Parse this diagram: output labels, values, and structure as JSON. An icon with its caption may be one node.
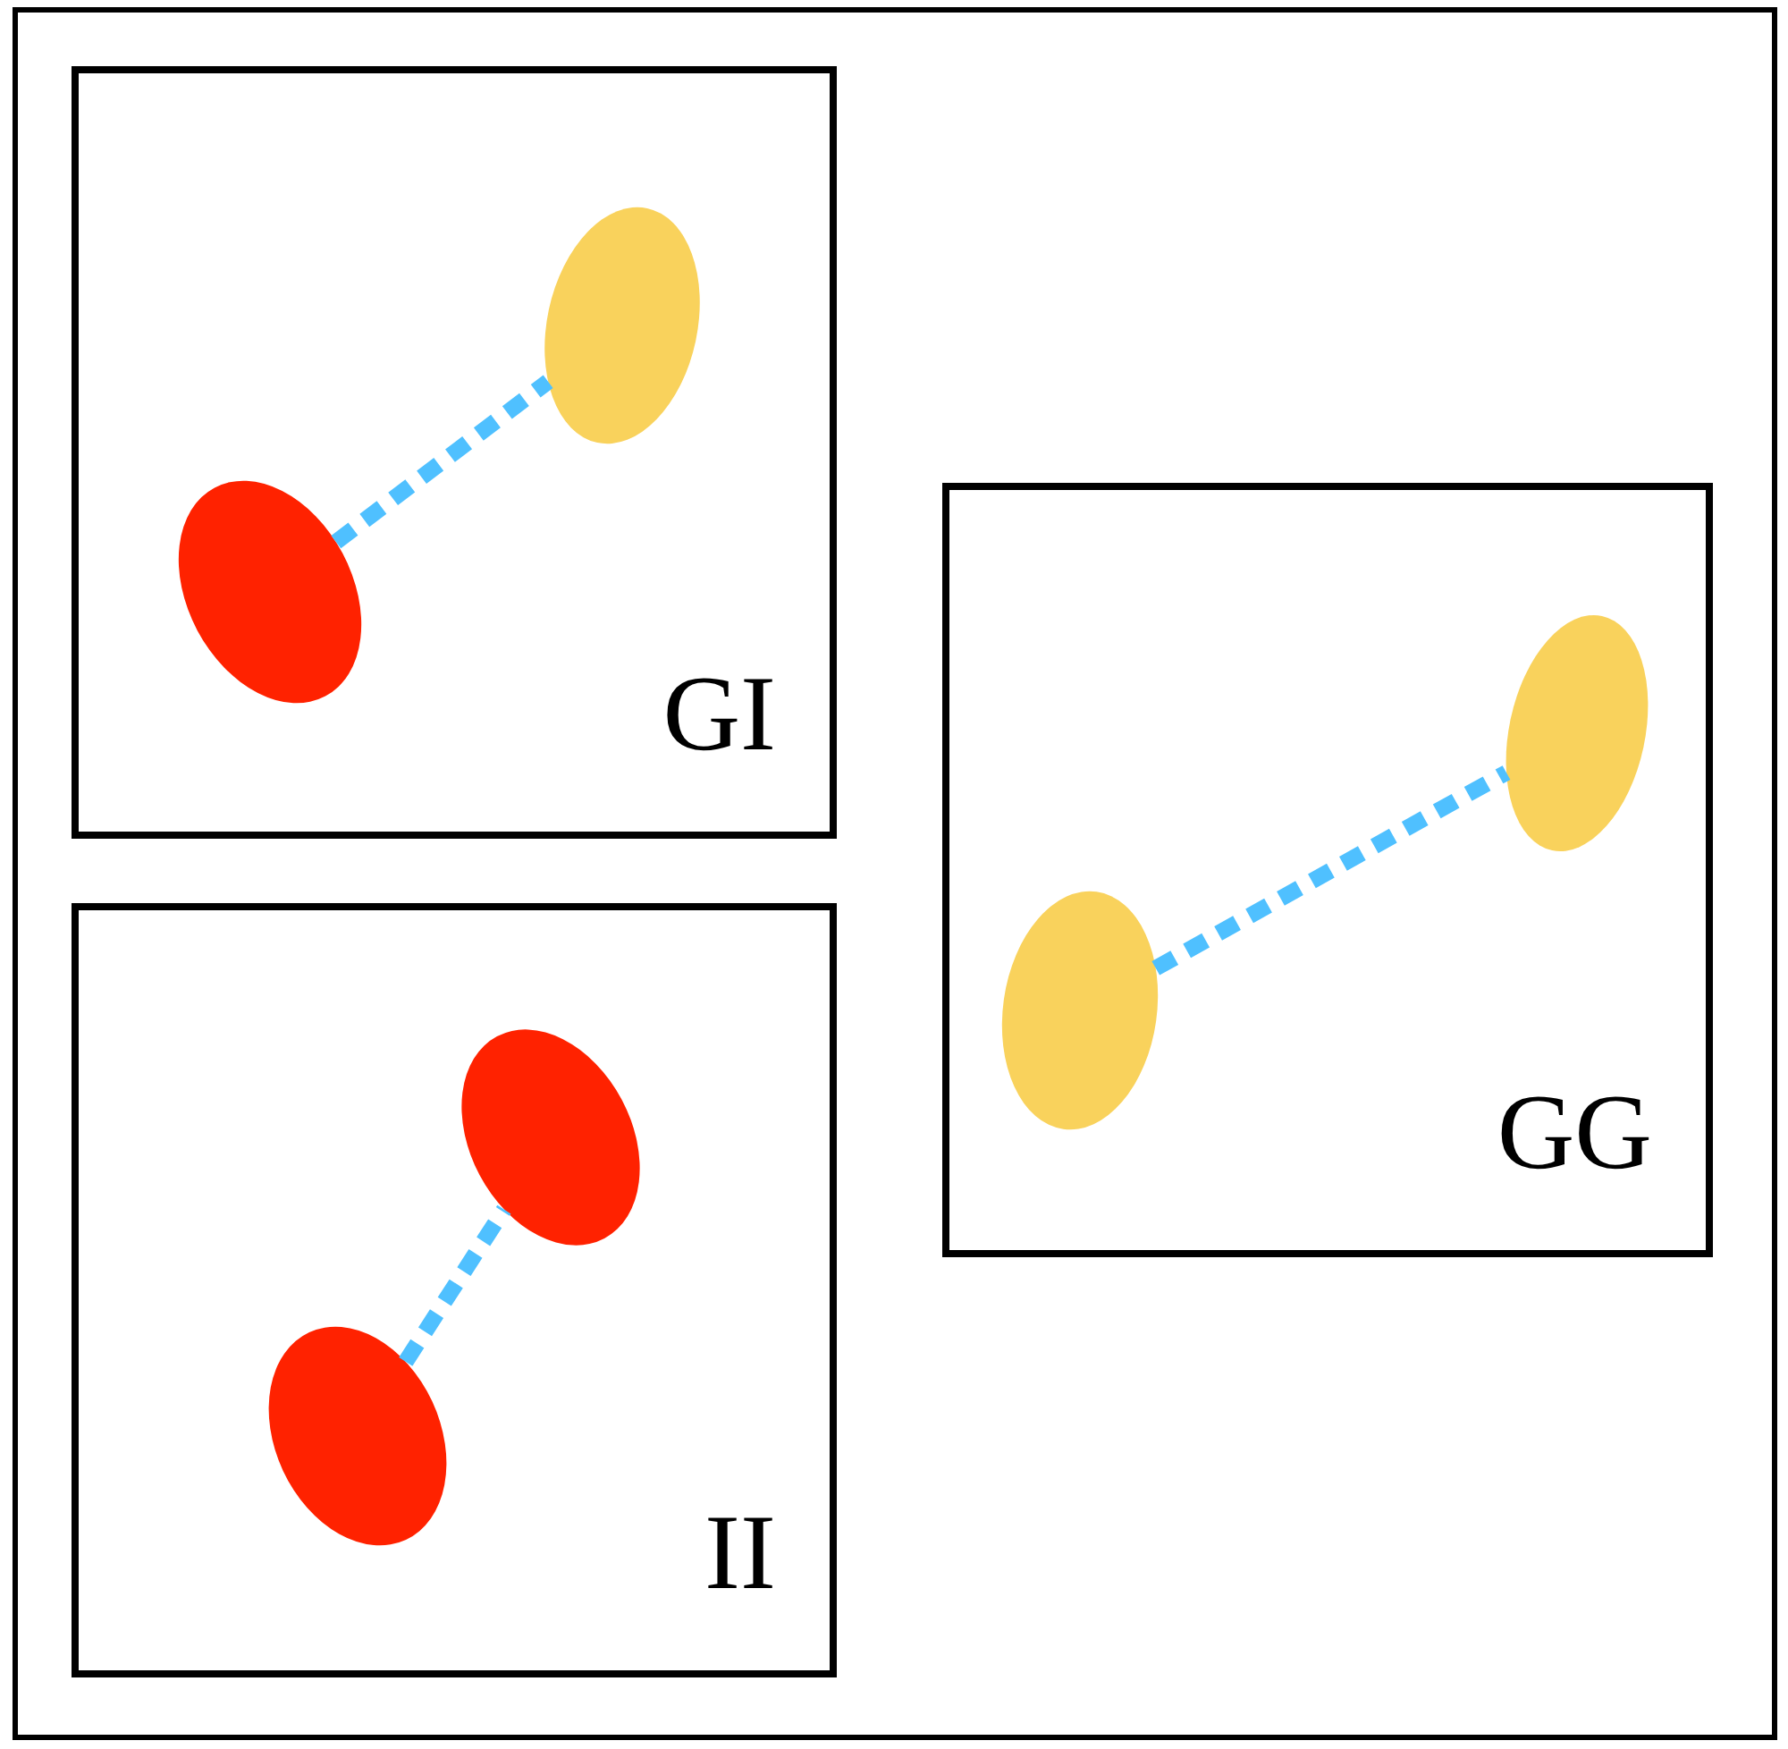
{
  "diagram": {
    "nodes": [
      {
        "text": [
          "GI"
        ]
      },
      {
        "text": [],
        "shape": "ellipse",
        "in": 0
      },
      {
        "text": [],
        "shape": "ellipse",
        "in": 0
      },
      {
        "text": [
          "II"
        ]
      },
      {
        "text": [],
        "shape": "ellipse",
        "in": 3
      },
      {
        "text": [],
        "shape": "ellipse",
        "in": 3
      },
      {
        "text": [
          "GG"
        ]
      },
      {
        "text": [],
        "shape": "ellipse",
        "in": 6
      },
      {
        "text": [],
        "shape": "ellipse",
        "in": 6
      }
    ],
    "edges": [
      {
        "from": 1,
        "to": 2,
        "arrow": "none",
        "style": "dashed"
      },
      {
        "from": 5,
        "to": 4,
        "arrow": "none",
        "style": "dashed"
      },
      {
        "from": 7,
        "to": 8,
        "arrow": "none",
        "style": "dashed"
      }
    ]
  }
}
